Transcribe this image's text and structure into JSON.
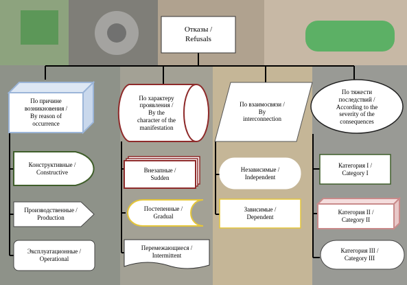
{
  "root": {
    "line1": "Отказы /",
    "line2": "Refusals"
  },
  "categories": [
    {
      "lines": [
        "По причине",
        "возникновения /",
        "By reason of",
        "occurrence"
      ],
      "items": [
        {
          "lines": [
            "Конструктивные /",
            "Constructive"
          ]
        },
        {
          "lines": [
            "Производственные /",
            "Production"
          ]
        },
        {
          "lines": [
            "Эксплуатационные /",
            "Operational"
          ]
        }
      ]
    },
    {
      "lines": [
        "По характеру",
        "проявления /",
        "By the",
        "character of the",
        "manifestation"
      ],
      "items": [
        {
          "lines": [
            "Внезапные /",
            "Sudden"
          ]
        },
        {
          "lines": [
            "Постепенные /",
            "Gradual"
          ]
        },
        {
          "lines": [
            "Перемежающиеся /",
            "Intermittent"
          ]
        }
      ]
    },
    {
      "lines": [
        "По взаимосвязи /",
        "By",
        "interconnection"
      ],
      "items": [
        {
          "lines": [
            "Независимые /",
            "Independent"
          ]
        },
        {
          "lines": [
            "Зависимые /",
            "Dependent"
          ]
        }
      ]
    },
    {
      "lines": [
        "По тяжести",
        "последствий /",
        "According to the",
        "severity of the",
        "consequences"
      ],
      "items": [
        {
          "lines": [
            "Категория I /",
            "Category I"
          ]
        },
        {
          "lines": [
            "Категория II /",
            "Category II"
          ]
        },
        {
          "lines": [
            "Категория III /",
            "Category III"
          ]
        }
      ]
    }
  ],
  "colors": {
    "node_blue_border": "#9bb5d8",
    "node_red_border": "#8e2a2a",
    "node_green_border": "#3f5e2a",
    "node_yellow_border": "#e5c63a",
    "node_pink_border": "#c98a8a",
    "connector": "#000000"
  }
}
